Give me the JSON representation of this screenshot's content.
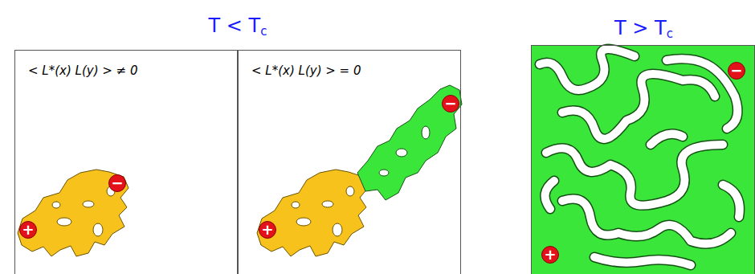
{
  "diagram": {
    "nodes": [
      {
        "text": [
          "< L*(x) L(y) > ≠ 0"
        ]
      },
      {
        "text": [
          "+"
        ],
        "in": 0
      },
      {
        "text": [
          "−"
        ],
        "in": 0
      },
      {
        "text": [
          "< L*(x) L(y) > = 0"
        ]
      },
      {
        "text": [
          "+"
        ],
        "in": 3
      },
      {
        "text": [
          "−"
        ],
        "in": 3
      },
      {
        "text": [
          "T > Tc"
        ]
      },
      {
        "text": [
          "−"
        ],
        "in": 6
      },
      {
        "text": [
          "+"
        ],
        "in": 6
      }
    ],
    "labels": [
      "T < Tc"
    ]
  }
}
